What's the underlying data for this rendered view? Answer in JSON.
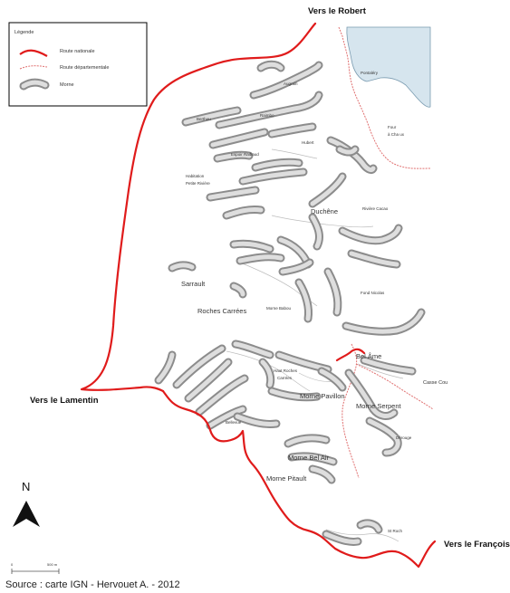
{
  "legend": {
    "title": "Légende",
    "items": [
      {
        "label": "Route nationale",
        "symbol": "route-nationale"
      },
      {
        "label": "Route départementale",
        "symbol": "route-departementale"
      },
      {
        "label": "Morne",
        "symbol": "morne"
      }
    ]
  },
  "places": {
    "vers_le_robert": "Vers le Robert",
    "vers_le_lamentin": "Vers le Lamentin",
    "vers_le_francois": "Vers le François",
    "pontalery": "Pontaléry",
    "four": "Four",
    "a_chaux": "à Cha ux",
    "augrain": "Augrain",
    "berthou": "Berthou",
    "raimbau": "Raimbo",
    "hubert": "Hubert",
    "espoir": "Espoir Raibaud",
    "habitation": "Habitation",
    "petite_riviere": "Petite Rivière",
    "duchene": "Duchêne",
    "riviere_cacao": "Rivière Cacao",
    "sarrault": "Sarrault",
    "fond_nicolas": "Fond Nicolas",
    "roches_carrees": "Roches Carrées",
    "morne_babou": "Morne Babou",
    "bel_ame": "Bel Âme",
    "casse_cou": "Casse Cou",
    "haut_roches": "Haut Roches",
    "carrees": "Carrées",
    "morne_pavillon": "Morne Pavillon",
    "morne_serpent": "Morne Serpent",
    "deroute": "Dérouge",
    "bellevue": "Bellevue",
    "morne_bel_air": "Morne Bel Air",
    "morne_pitault": "Morne Pitault",
    "st_roch": "St Roch"
  },
  "north": {
    "label": "N"
  },
  "scale": {
    "zero": "0",
    "distance": "500 m"
  },
  "source": "Source : carte IGN - Hervouet A. - 2012",
  "colors": {
    "route_nationale": "#e01b1b",
    "route_departementale": "#e07070",
    "morne_outline": "#8c8c8c",
    "morne_fill": "#dedede",
    "water": "#d6e5ee"
  }
}
